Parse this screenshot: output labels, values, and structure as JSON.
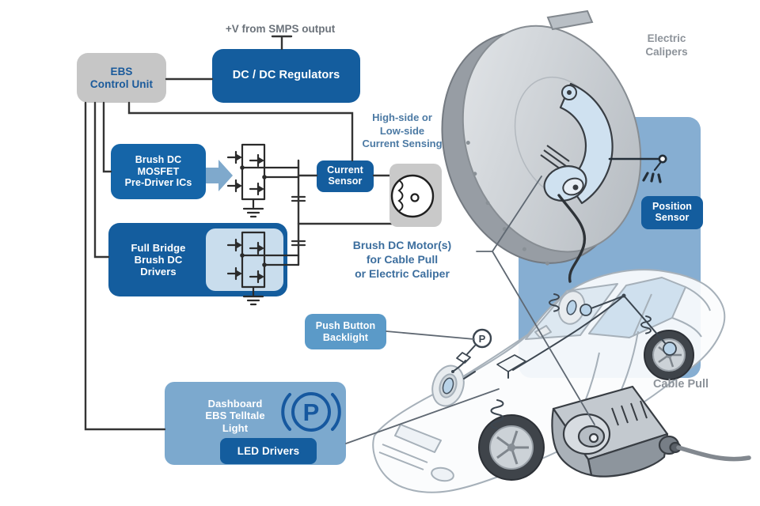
{
  "diagram": {
    "power_label": "+V from SMPS output",
    "blocks": {
      "ebs_control_unit": "EBS\nControl Unit",
      "dc_dc_regulators": "DC / DC Regulators",
      "mosfet_predriver": "Brush DC\nMOSFET\nPre-Driver ICs",
      "full_bridge": "Full Bridge\nBrush DC\nDrivers",
      "current_sensor": "Current\nSensor",
      "push_button_backlight": "Push Button\nBacklight",
      "dashboard_telltale": "Dashboard\nEBS Telltale\nLight",
      "led_drivers": "LED Drivers",
      "position_sensor": "Position\nSensor"
    },
    "notes": {
      "current_sensing": "High-side or\nLow-side\nCurrent Sensing",
      "brush_dc_motor": "Brush DC Motor(s)\nfor Cable Pull\nor Electric Caliper",
      "electric_calipers": "Electric\nCalipers",
      "cable_pull": "Cable Pull"
    },
    "icons": {
      "parking_brake_letter": "P",
      "p_button_letter": "P"
    },
    "colors": {
      "box_dark_blue": "#145d9e",
      "box_medium_blue": "#5b9ac8",
      "box_light_blue": "#7ca9ce",
      "panel_blue": "#86aed2",
      "inner_panel_blue": "#c9dded",
      "gray_box": "#c6c6c6",
      "note_steel_blue": "#4c7aa4",
      "note_gray": "#8d939a",
      "wire": "#343434"
    }
  }
}
